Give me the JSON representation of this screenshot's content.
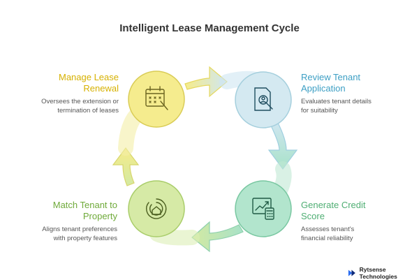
{
  "title": "Intelligent Lease Management Cycle",
  "steps": [
    {
      "heading_line1": "Manage Lease",
      "heading_line2": "Renewal",
      "desc_line1": "Oversees the extension or",
      "desc_line2": "termination of leases",
      "icon": "calendar-edit-icon",
      "color": "#f4e97f"
    },
    {
      "heading_line1": "Review Tenant",
      "heading_line2": "Application",
      "desc_line1": "Evaluates tenant details",
      "desc_line2": "for suitability",
      "icon": "document-search-icon",
      "color": "#c5e2ee"
    },
    {
      "heading_line1": "Generate Credit",
      "heading_line2": "Score",
      "desc_line1": "Assesses tenant's",
      "desc_line2": "financial reliability",
      "icon": "chart-calculator-icon",
      "color": "#a7e1c7"
    },
    {
      "heading_line1": "Match Tenant to",
      "heading_line2": "Property",
      "desc_line1": "Aligns tenant preferences",
      "desc_line2": "with property features",
      "icon": "home-target-icon",
      "color": "#cfe79a"
    }
  ],
  "colors": {
    "heading_yellow": "#d6b100",
    "heading_blue": "#3d9fc4",
    "heading_green": "#4fae73",
    "heading_green2": "#6faa3a"
  },
  "brand": "Rytsense Technologies"
}
